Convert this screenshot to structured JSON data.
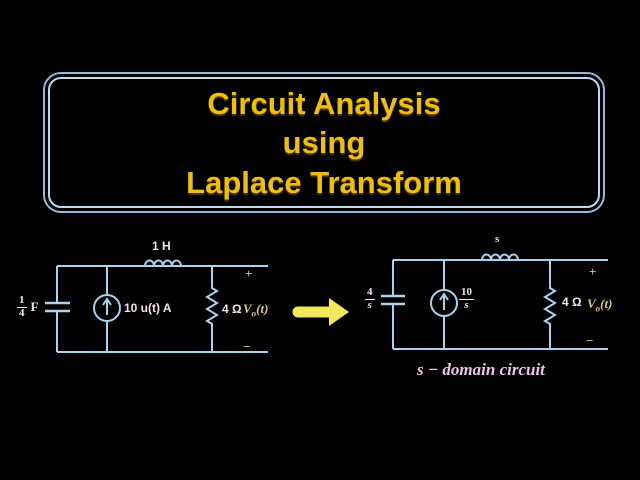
{
  "slide": {
    "background": "#000000"
  },
  "title_box": {
    "lines": [
      "Circuit Analysis",
      "using",
      "Laplace Transform"
    ],
    "text_color": "#eebf13",
    "border_color": "#a9cbe8"
  },
  "transform_arrow": {
    "color": "#f2e85c",
    "direction": "right"
  },
  "time_domain_circuit": {
    "capacitor": {
      "num": "1",
      "den": "4",
      "unit": "F"
    },
    "current_source": {
      "label": "10 u(t) A"
    },
    "inductor": {
      "label": "1 H"
    },
    "resistor": {
      "label": "4 Ω"
    },
    "output": {
      "symbol": "V",
      "subscript": "o",
      "argument": "(t)",
      "plus": "+",
      "minus": "−"
    }
  },
  "s_domain_circuit": {
    "capacitor": {
      "num": "4",
      "den": "s"
    },
    "current_source": {
      "num": "10",
      "den": "s"
    },
    "inductor": {
      "label": "s"
    },
    "resistor": {
      "label": "4 Ω"
    },
    "output": {
      "symbol": "V",
      "subscript": "o",
      "argument": "(t)",
      "plus": "+",
      "minus": "−"
    },
    "caption": "s − domain circuit"
  },
  "colors": {
    "wire": "#a9d2ee",
    "component_label": "#f2e4ee",
    "output_label": "#d9c77d",
    "caption": "#ecc6e6"
  }
}
